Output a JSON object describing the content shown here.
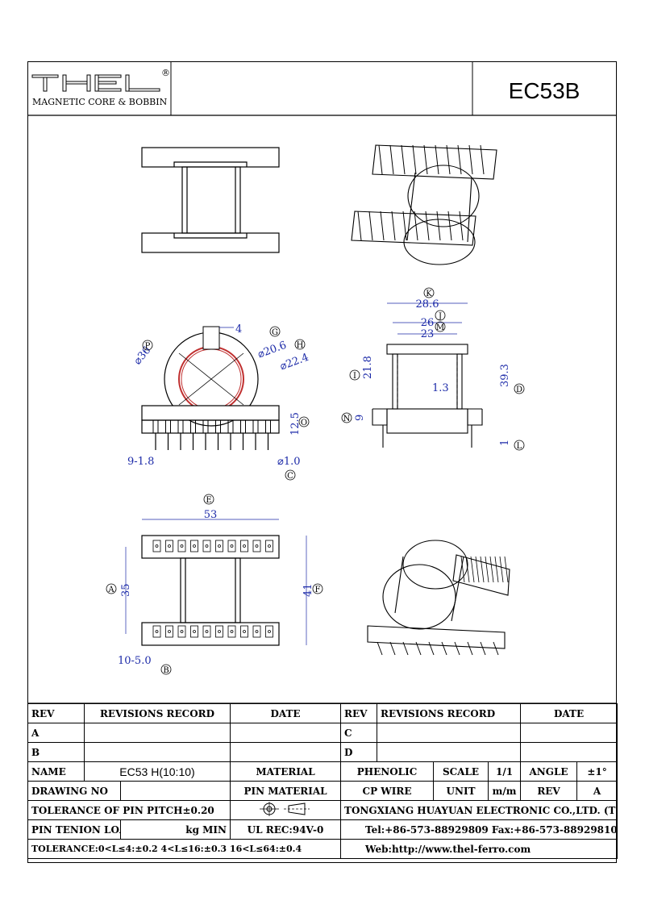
{
  "header": {
    "logo_text": "THEL",
    "logo_registered": "®",
    "logo_subtitle": "MAGNETIC CORE & BOBBIN",
    "part_number": "EC53B"
  },
  "drawing": {
    "front_view": {
      "dims": {
        "slot": "4",
        "diam_inner": "⌀20.6",
        "diam_outer": "⌀22.4",
        "diam_flange": "⌀36",
        "height_12_5": "12.5",
        "pin_pitch": "9-1.8",
        "pin_diam": "⌀1.0"
      },
      "refs": {
        "P": "P",
        "G": "G",
        "H": "H",
        "O": "O",
        "C": "C"
      }
    },
    "side_view": {
      "dims": {
        "w_28_6": "28.6",
        "w_26": "26",
        "w_23": "23",
        "h_21_8": "21.8",
        "h_9": "9",
        "wall_1_3": "1.3",
        "h_39_3": "39.3",
        "pin_1": "1"
      },
      "refs": {
        "K": "K",
        "J": "J",
        "M": "M",
        "I": "I",
        "N": "N",
        "D": "D",
        "L": "L"
      }
    },
    "bottom_view": {
      "dims": {
        "w_53": "53",
        "h_35": "35",
        "h_41": "41",
        "pitch": "10-5.0"
      },
      "refs": {
        "E": "E",
        "A": "A",
        "F": "F",
        "B": "B"
      }
    }
  },
  "title_block": {
    "rev_header": "REV",
    "revisions_header": "REVISIONS RECORD",
    "date_header": "DATE",
    "rev_a": "A",
    "rev_b": "B",
    "rev_c": "C",
    "rev_d": "D",
    "name_label": "NAME",
    "name_value": "EC53 H(10:10)",
    "material_label": "MATERIAL",
    "material_value": "PHENOLIC",
    "scale_label": "SCALE",
    "scale_value": "1/1",
    "angle_label": "ANGLE",
    "angle_value": "±1°",
    "drawing_no_label": "DRAWING NO",
    "pin_material_label": "PIN MATERIAL",
    "pin_material_value": "CP WIRE",
    "unit_label": "UNIT",
    "unit_value": "m/m",
    "rev_label": "REV",
    "rev_value": "A",
    "pitch_tolerance": "TOLERANCE OF PIN PITCH±0.20",
    "company": "TONGXIANG HUAYUAN ELECTRONIC CO.,LTD. (THEL)",
    "pin_load_label": "PIN TENION LOAD",
    "pin_load_unit": "kg MIN",
    "ul_rec": "UL REC:94V-0",
    "contact": "Tel:+86-573-88929809 Fax:+86-573-88929810",
    "tolerance": "TOLERANCE:0<L≤4:±0.2  4<L≤16:±0.3  16<L≤64:±0.4",
    "web": "Web:http://www.thel-ferro.com"
  }
}
